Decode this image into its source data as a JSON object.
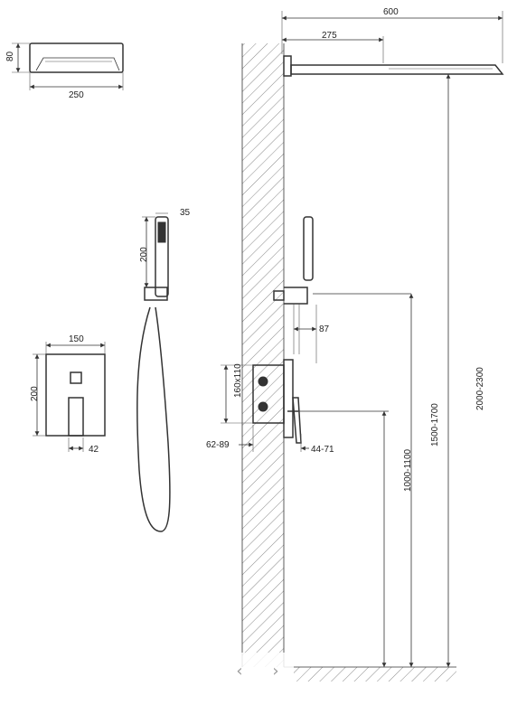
{
  "dimensions": {
    "rain_width": "600",
    "rain_arm": "275",
    "showerhead_height": "80",
    "showerhead_width": "250",
    "handshower_width": "35",
    "handshower_length": "200",
    "holder_offset": "87",
    "plate_width": "150",
    "plate_height": "200",
    "lever_depth": "42",
    "box_size": "160x110",
    "box_depth": "62-89",
    "trim_depth": "44-71",
    "mixer_height": "1000-1100",
    "holder_height": "1500-1700",
    "head_height": "2000-2300"
  },
  "nav": {
    "prev_icon": "chevron-left-icon",
    "next_icon": "chevron-right-icon",
    "prev_glyph": "‹",
    "next_glyph": "›"
  }
}
